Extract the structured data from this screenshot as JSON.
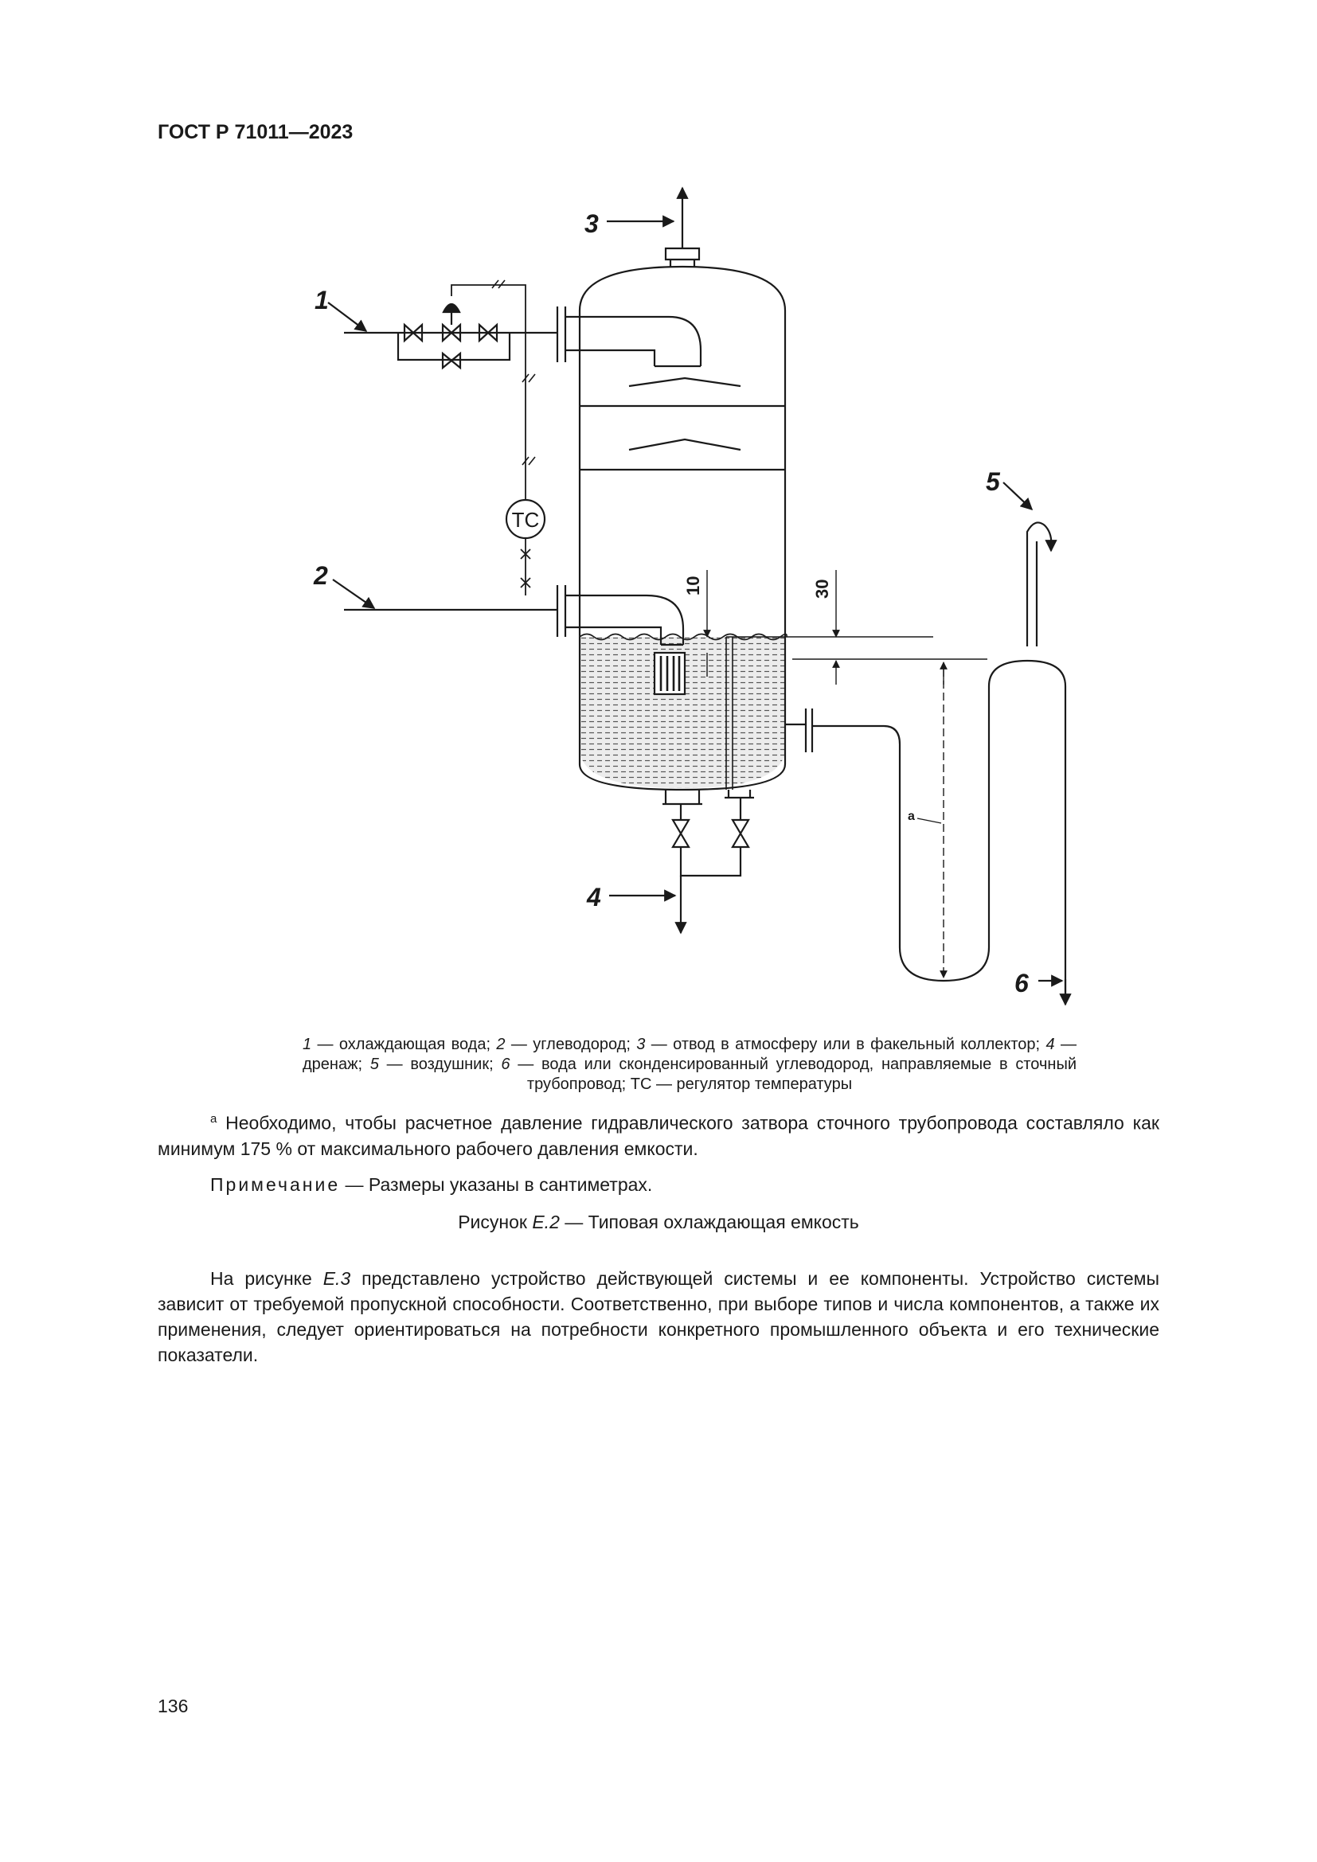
{
  "header": {
    "doc_code": "ГОСТ Р 71011—2023"
  },
  "figure": {
    "labels": {
      "l1": "1",
      "l2": "2",
      "l3": "3",
      "l4": "4",
      "l5": "5",
      "l6": "6",
      "tc": "ТС",
      "dim_10": "10",
      "dim_30": "30",
      "note_a": "a"
    }
  },
  "legend": {
    "n1": "1",
    "t1": " — охлаждающая вода; ",
    "n2": "2",
    "t2": " — углеводород; ",
    "n3": "3",
    "t3": " — отвод в атмосферу или в факельный коллектор; ",
    "n4": "4",
    "t4": " — дренаж; ",
    "n5": "5",
    "t5": " — воздушник; ",
    "n6": "6",
    "t6": " — вода или сконденсированный углеводород, направляемые в сточный трубопровод; ТС — регулятор температуры"
  },
  "footnote": {
    "mark": "a",
    "text": " Необходимо, чтобы расчетное давление гидравлического затвора сточного трубопровода составляло как минимум 175 % от максимального рабочего давления емкости."
  },
  "note": {
    "label": "Примечание",
    "text": " — Размеры указаны в сантиметрах."
  },
  "figure_title": {
    "prefix": "Рисунок ",
    "num": "Е.2",
    "text": " — Типовая охлаждающая емкость"
  },
  "body": {
    "p1_a": "На рисунке ",
    "p1_ref": "Е.3",
    "p1_b": " представлено устройство действующей системы и ее компоненты. Устройство системы зависит от требуемой пропускной способности. Соответственно, при выборе типов и числа компонентов, а также их применения, следует ориентироваться на потребности конкретного промышленного объекта и его технические показатели."
  },
  "page_number": "136"
}
